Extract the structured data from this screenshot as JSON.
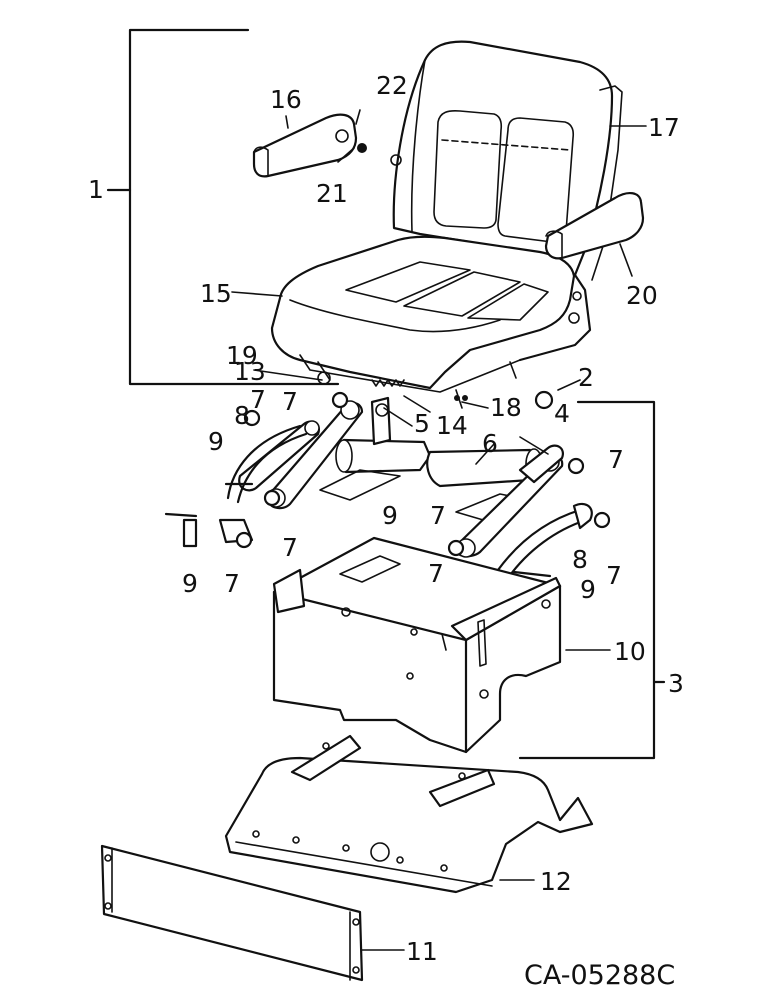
{
  "drawing_code": "CA-05288C",
  "callouts": {
    "c1": "1",
    "c2": "2",
    "c3": "3",
    "c4": "4",
    "c5": "5",
    "c6": "6",
    "c7": "7",
    "c8": "8",
    "c9": "9",
    "c10": "10",
    "c11": "11",
    "c12": "12",
    "c13": "13",
    "c14": "14",
    "c15": "15",
    "c16": "16",
    "c17": "17",
    "c18": "18",
    "c19": "19",
    "c20": "20",
    "c21": "21",
    "c22": "22"
  }
}
